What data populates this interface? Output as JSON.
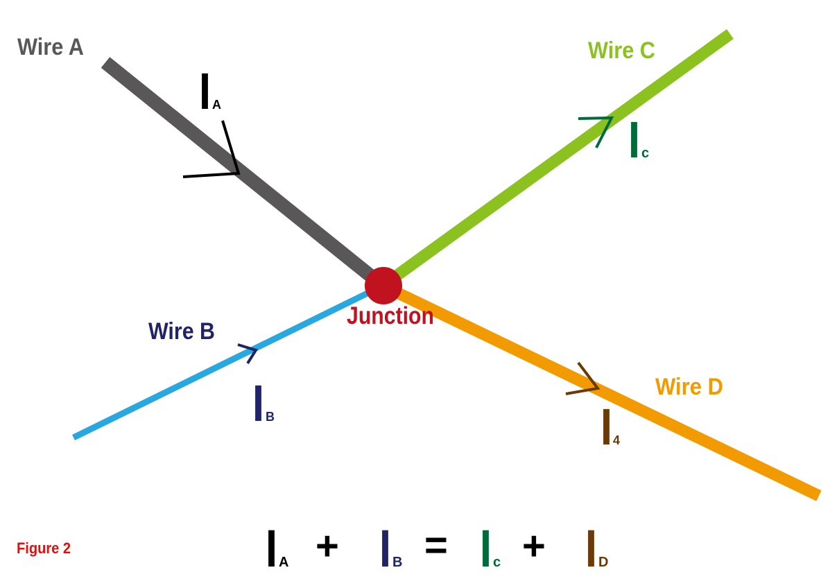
{
  "colors": {
    "wire_a": "#595758",
    "wire_b": "#29a8e0",
    "wire_c": "#8cc220",
    "wire_d": "#f29b00",
    "junction": "#c1121f",
    "label_a": "#595758",
    "label_b": "#1e2466",
    "label_c": "#8cc220",
    "label_d": "#f29b00",
    "current_a": "#000000",
    "current_b": "#1e2466",
    "current_c": "#006b3a",
    "current_d": "#6b3a07",
    "figure": "#e01010"
  },
  "labels": {
    "wire_a": "Wire A",
    "wire_b": "Wire B",
    "wire_c": "Wire C",
    "wire_d": "Wire D",
    "junction": "Junction",
    "figure": "Figure 2"
  },
  "currents": {
    "a": {
      "main": "I",
      "sub": "A"
    },
    "b": {
      "main": "I",
      "sub": "B"
    },
    "c": {
      "main": "I",
      "sub": "c"
    },
    "d": {
      "main": "I",
      "sub": "4"
    }
  },
  "equation": {
    "t1": {
      "main": "I",
      "sub": "A"
    },
    "op1": "+",
    "t2": {
      "main": "I",
      "sub": "B"
    },
    "eq": "=",
    "t3": {
      "main": "I",
      "sub": "c"
    },
    "op2": "+",
    "t4": {
      "main": "I",
      "sub": "D"
    }
  }
}
